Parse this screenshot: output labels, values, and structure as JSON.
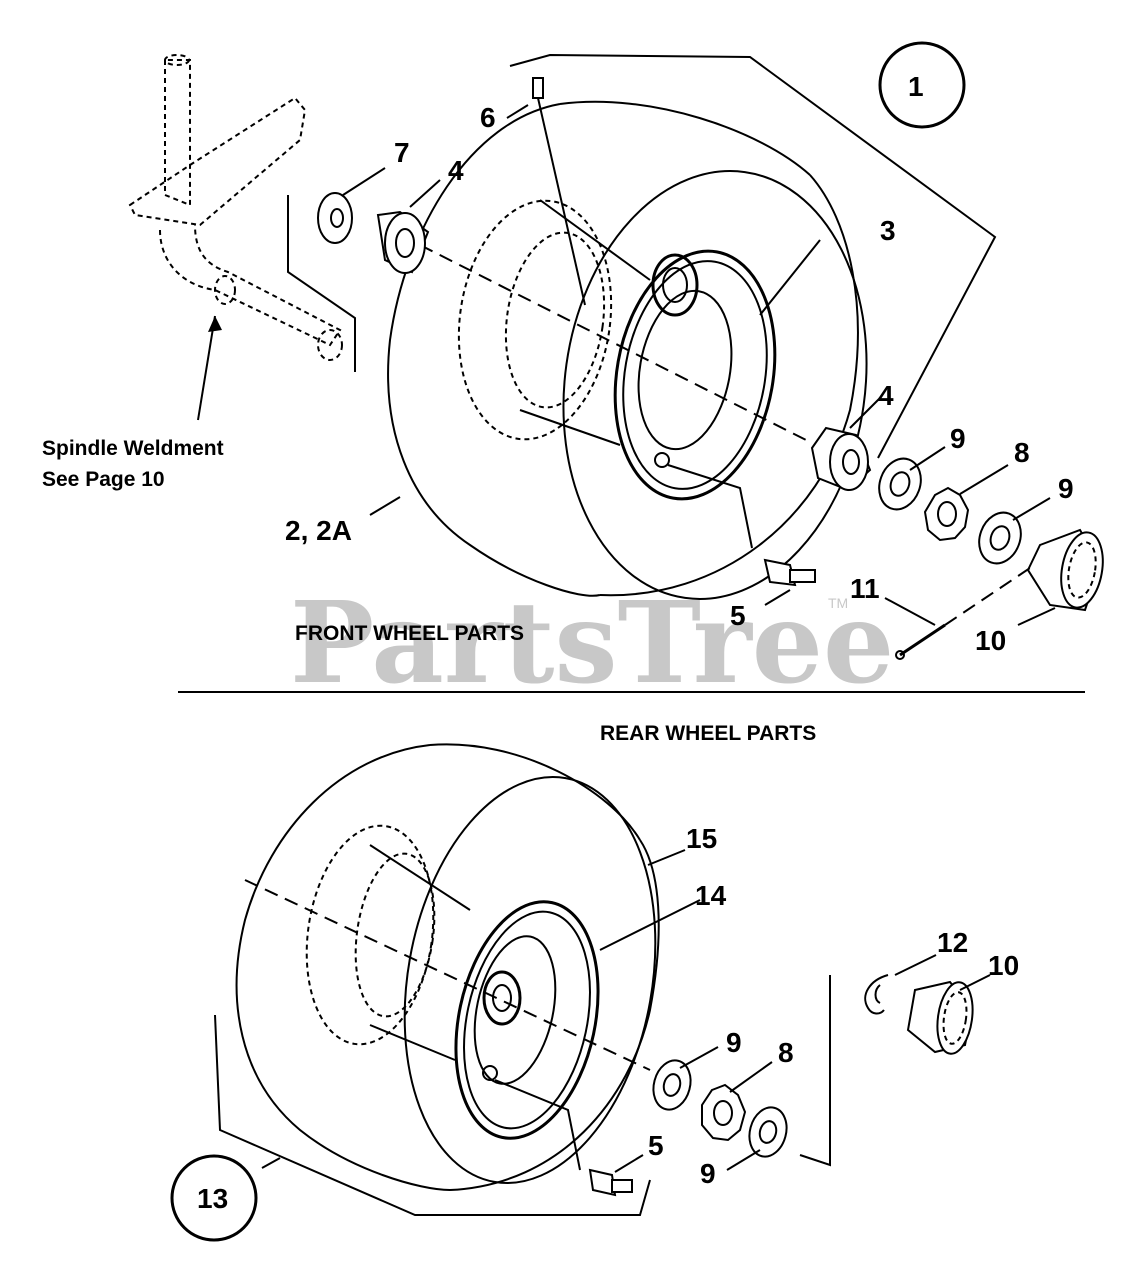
{
  "watermark": {
    "text": "PartsTree",
    "tm": "TM"
  },
  "sections": {
    "front": "FRONT WHEEL PARTS",
    "rear": "REAR WHEEL PARTS"
  },
  "spindle_note": {
    "line1": "Spindle Weldment",
    "line2": "See Page 10"
  },
  "callouts": {
    "c1": "1",
    "c2": "2, 2A",
    "c3": "3",
    "c4a": "4",
    "c4b": "4",
    "c5a": "5",
    "c6": "6",
    "c7": "7",
    "c8a": "8",
    "c9a": "9",
    "c9b": "9",
    "c10a": "10",
    "c11": "11",
    "c5b": "5",
    "c8b": "8",
    "c9c": "9",
    "c9d": "9",
    "c10b": "10",
    "c12": "12",
    "c13": "13",
    "c14": "14",
    "c15": "15"
  }
}
